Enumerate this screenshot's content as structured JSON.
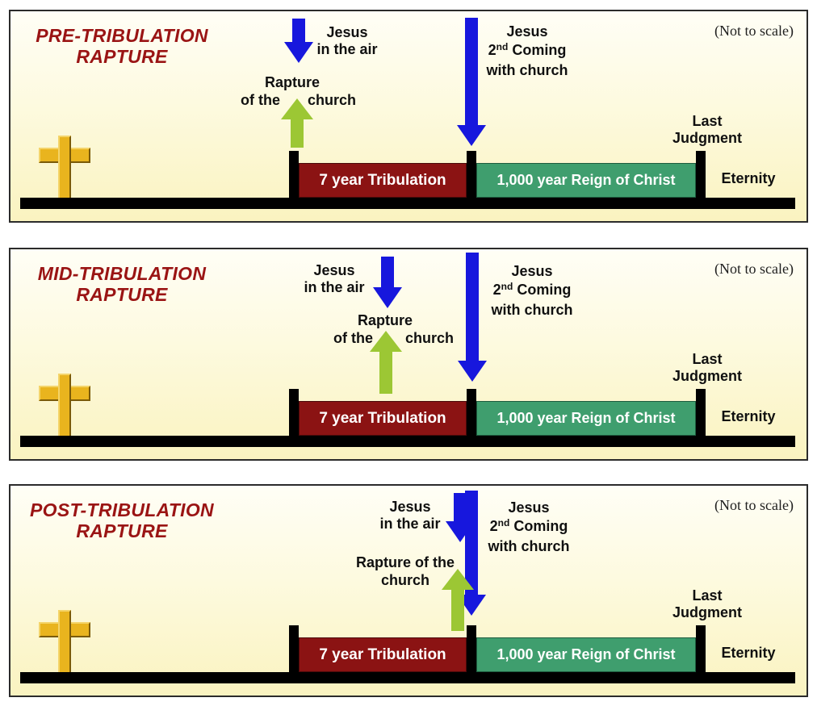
{
  "colors": {
    "title_red": "#9a1414",
    "arrow_blue": "#1717dd",
    "arrow_green": "#9cc734",
    "tribulation_box_red": "#8b1313",
    "reign_box_green": "#3f9e6e",
    "cross_gold": "#e9b41e",
    "timeline_black": "#000000",
    "panel_bg_top": "#fffef6",
    "panel_bg_bottom": "#faf3c0"
  },
  "panels": [
    {
      "title_line1": "PRE-TRIBULATION",
      "title_line2": "RAPTURE",
      "scale_note": "(Not to scale)",
      "jesus_air_line1": "Jesus",
      "jesus_air_line2": "in the air",
      "rapture_line1": "Rapture",
      "rapture_line2_left": "of the",
      "rapture_line2_right": "church",
      "coming_line1": "Jesus",
      "coming_line2_num": "2",
      "coming_line2_sup": "nd",
      "coming_line2_rest": " Coming",
      "coming_line3": "with church",
      "tribulation_label": "7 year Tribulation",
      "reign_label": "1,000 year Reign of Christ",
      "judgment_line1": "Last",
      "judgment_line2": "Judgment",
      "eternity_label": "Eternity"
    },
    {
      "title_line1": "MID-TRIBULATION",
      "title_line2": "RAPTURE",
      "scale_note": "(Not to scale)",
      "jesus_air_line1": "Jesus",
      "jesus_air_line2": "in the air",
      "rapture_line1": "Rapture",
      "rapture_line2_left": "of the",
      "rapture_line2_right": "church",
      "coming_line1": "Jesus",
      "coming_line2_num": "2",
      "coming_line2_sup": "nd",
      "coming_line2_rest": " Coming",
      "coming_line3": "with church",
      "tribulation_label": "7 year Tribulation",
      "reign_label": "1,000 year Reign of Christ",
      "judgment_line1": "Last",
      "judgment_line2": "Judgment",
      "eternity_label": "Eternity"
    },
    {
      "title_line1": "POST-TRIBULATION",
      "title_line2": "RAPTURE",
      "scale_note": "(Not to scale)",
      "jesus_air_line1": "Jesus",
      "jesus_air_line2": "in the air",
      "rapture_line1": "Rapture of the",
      "rapture_line2": "church",
      "coming_line1": "Jesus",
      "coming_line2_num": "2",
      "coming_line2_sup": "nd",
      "coming_line2_rest": " Coming",
      "coming_line3": "with church",
      "tribulation_label": "7 year Tribulation",
      "reign_label": "1,000 year Reign of Christ",
      "judgment_line1": "Last",
      "judgment_line2": "Judgment",
      "eternity_label": "Eternity"
    }
  ]
}
